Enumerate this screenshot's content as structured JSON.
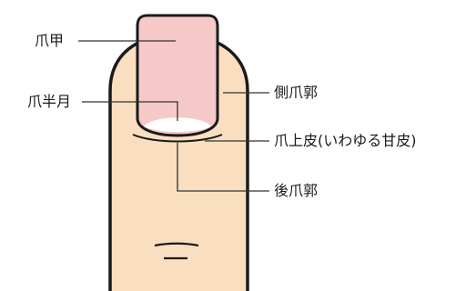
{
  "labels": {
    "nail_plate": "爪甲",
    "lunula": "爪半月",
    "lateral_nail_fold": "側爪郭",
    "cuticle": "爪上皮(いわゆる甘皮)",
    "proximal_nail_fold": "後爪郭"
  },
  "colors": {
    "skin": "#f9dfbf",
    "nail": "#f6c9c9",
    "lunula": "#ffffff",
    "outline": "#1a1a1a",
    "leader": "#333333"
  }
}
